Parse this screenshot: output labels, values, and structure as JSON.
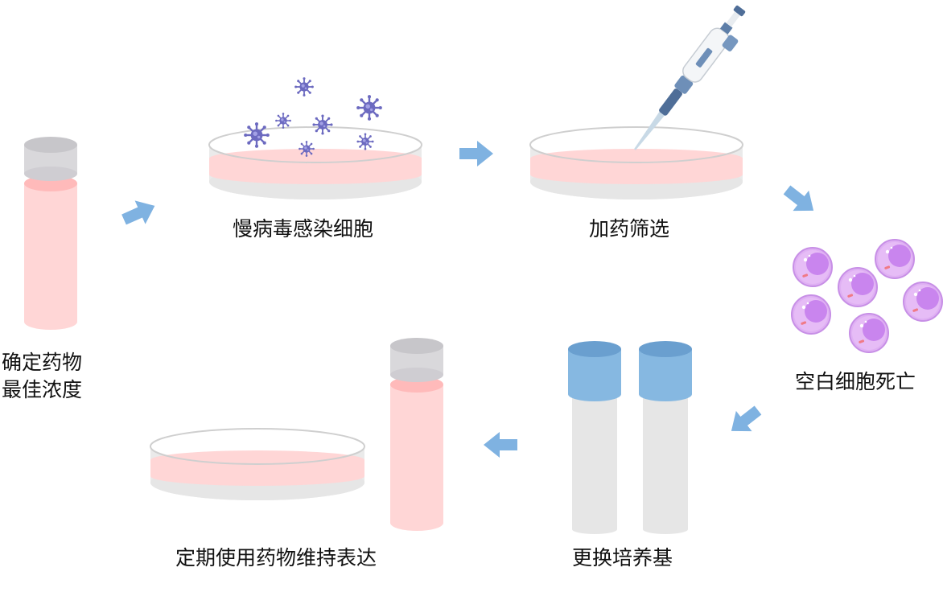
{
  "labels": {
    "determine_line1": "确定药物",
    "determine_line2": "最佳浓度",
    "infect": "慢病毒感染细胞",
    "screen": "加药筛选",
    "death": "空白细胞死亡",
    "medium": "更换培养基",
    "maintain": "定期使用药物维持表达"
  },
  "colors": {
    "arrow": "#7fb2e1",
    "media_pink": "#ffd6d6",
    "cap_gray": "#d8d7da",
    "dish_gray": "#e8e8e8",
    "cap_blue": "#86b8e1",
    "virus_purple": "#6c6ac0",
    "cell_purple": "#d9a6f1",
    "nucleus_purple": "#c985ee",
    "pipette_blue": "#4f6e98"
  },
  "icons": [
    "virus-icon",
    "pipette-icon",
    "cell-icon",
    "arrow-icon"
  ]
}
